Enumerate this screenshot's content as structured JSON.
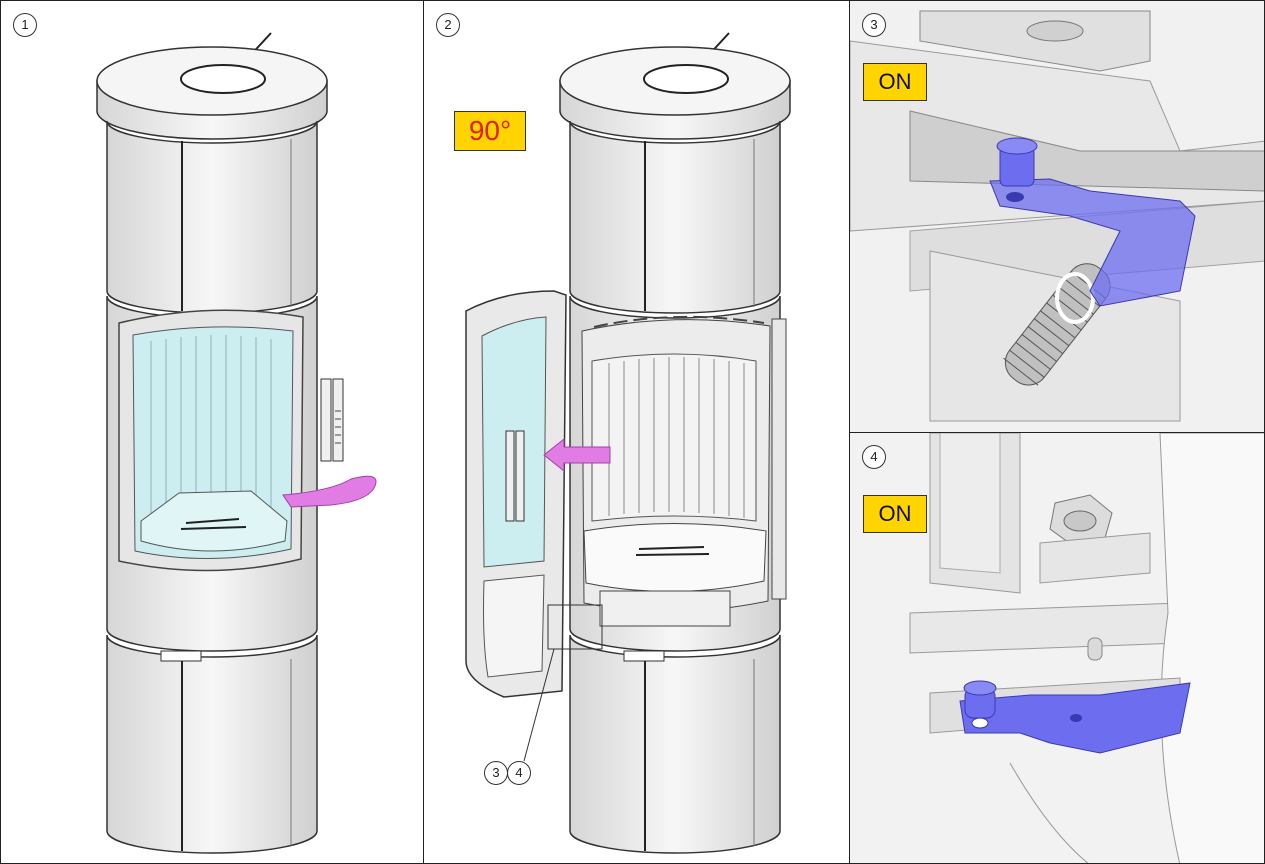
{
  "panels": [
    {
      "number": "1"
    },
    {
      "number": "2",
      "badge": "90°",
      "callouts": [
        "3",
        "4"
      ]
    },
    {
      "number": "3",
      "badge": "ON"
    },
    {
      "number": "4",
      "badge": "ON"
    }
  ],
  "colors": {
    "arrow": "#e27ce5",
    "part_highlight": "#6d6df0",
    "badge_fill": "#ffd400",
    "badge_red_text": "#e01e00",
    "glass": "#cdeef0"
  }
}
